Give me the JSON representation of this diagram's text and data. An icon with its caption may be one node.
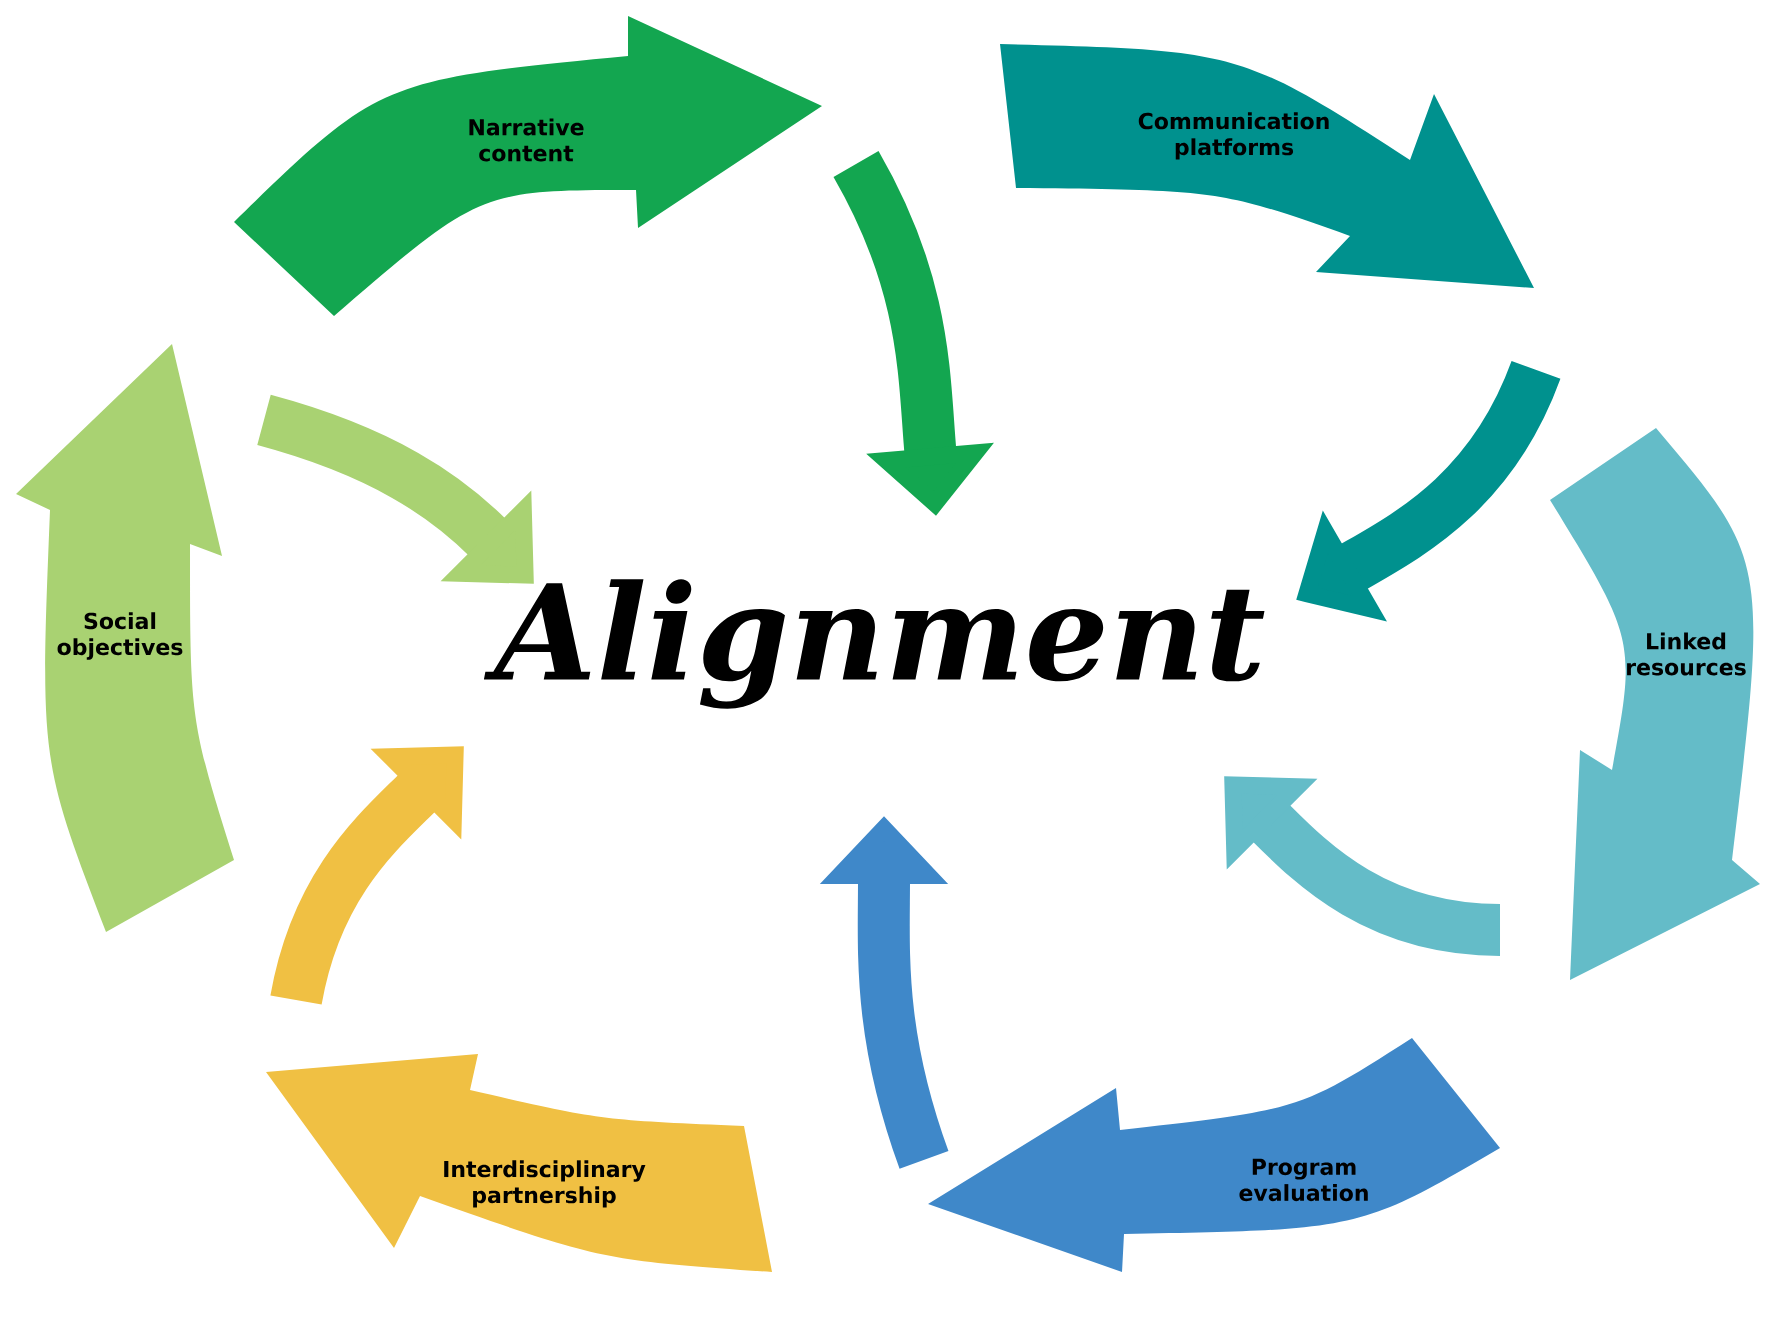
{
  "diagram": {
    "nodes": [
      {
        "text": [
          "Narrative content"
        ]
      },
      {
        "text": [
          "Communication platforms"
        ]
      },
      {
        "text": [
          "Linked resources"
        ]
      },
      {
        "text": [
          "Program evaluation"
        ]
      },
      {
        "text": [
          "Interdisciplinary partnership"
        ]
      },
      {
        "text": [
          "Social objectives"
        ]
      },
      {
        "text": [
          "Alignment"
        ]
      }
    ],
    "edges": [
      {
        "from": 0,
        "to": 6,
        "arrow": "to",
        "color": "#13a650"
      },
      {
        "from": 1,
        "to": 6,
        "arrow": "to",
        "color": "#00918e"
      },
      {
        "from": 2,
        "to": 6,
        "arrow": "to",
        "color": "#64bcc8"
      },
      {
        "from": 3,
        "to": 6,
        "arrow": "to",
        "color": "#3f88c9"
      },
      {
        "from": 4,
        "to": 6,
        "arrow": "to",
        "color": "#f0c043"
      },
      {
        "from": 5,
        "to": 6,
        "arrow": "to",
        "color": "#a9d272"
      }
    ]
  }
}
